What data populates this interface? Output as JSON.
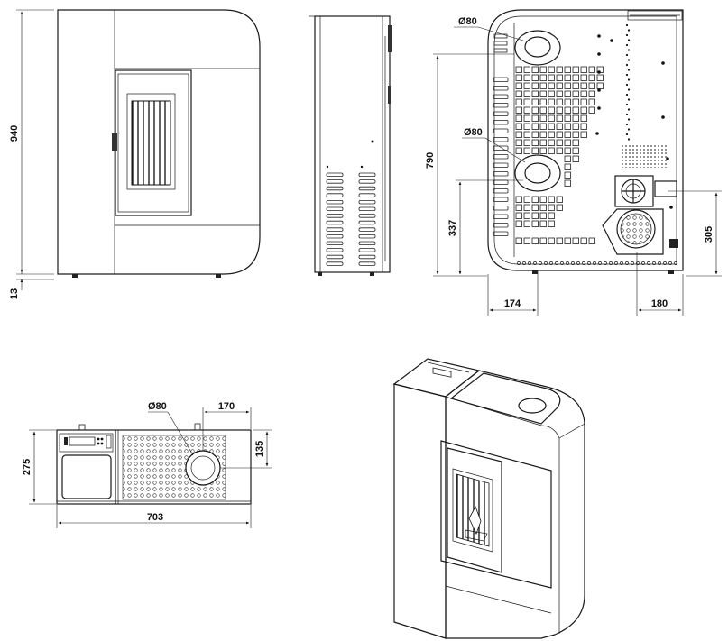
{
  "drawing": {
    "front_view": {
      "height_label": "940",
      "feet_label": "13"
    },
    "side_view": {},
    "rear_view": {
      "outlet_upper_label": "Ø80",
      "outlet_lower_label": "Ø80",
      "height_790_label": "790",
      "height_337_label": "337",
      "height_305_label": "305",
      "width_174_label": "174",
      "width_180_label": "180"
    },
    "top_view": {
      "outlet_label": "Ø80",
      "offset_170_label": "170",
      "offset_135_label": "135",
      "depth_label": "275",
      "width_label": "703"
    },
    "perspective_view": {}
  }
}
